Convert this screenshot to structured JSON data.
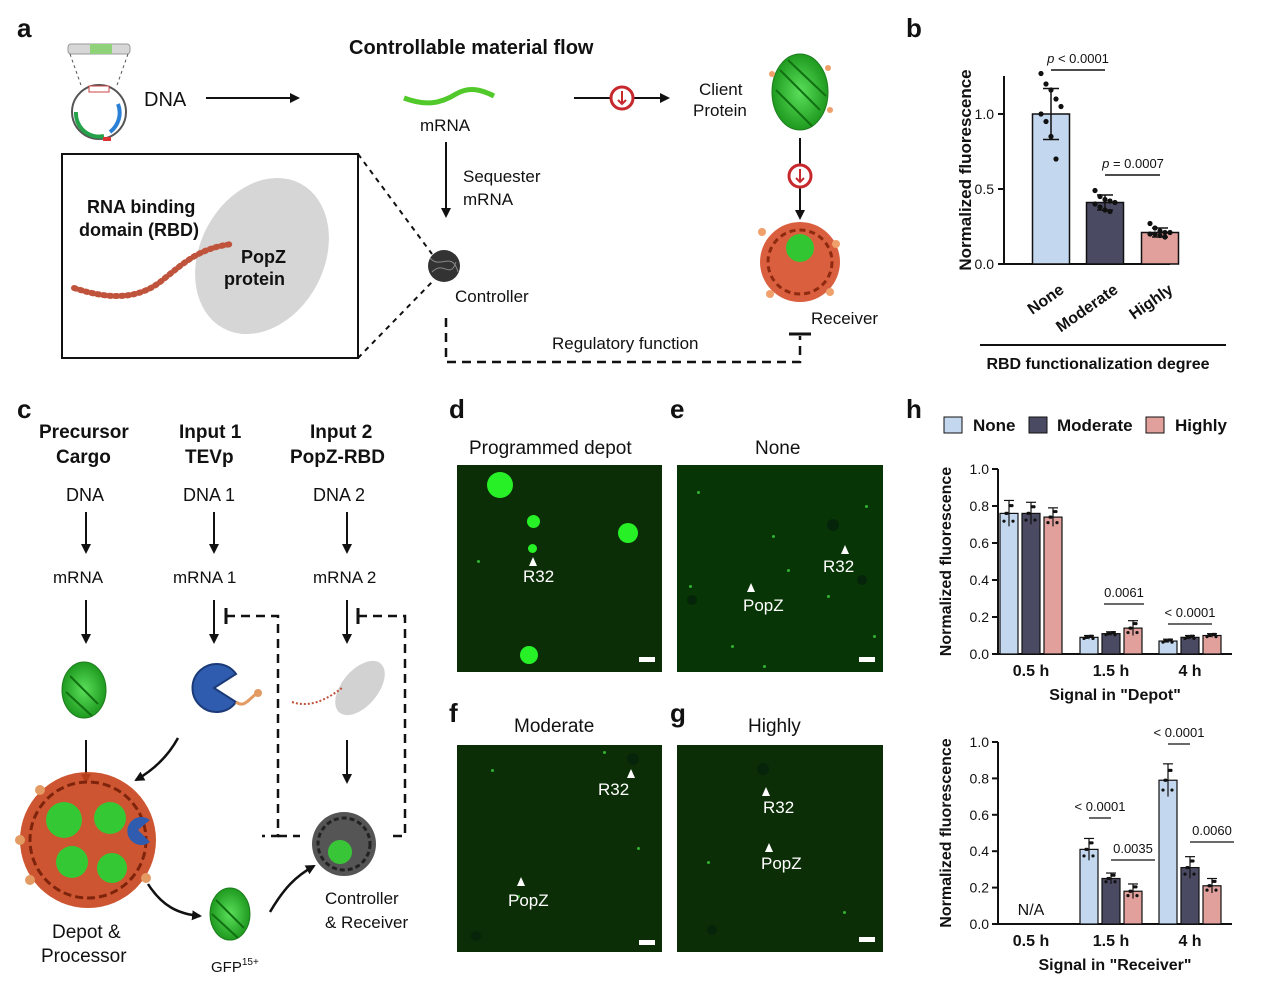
{
  "panel_letters": {
    "a": "a",
    "b": "b",
    "c": "c",
    "d": "d",
    "e": "e",
    "f": "f",
    "g": "g",
    "h": "h"
  },
  "panel_a": {
    "title": "Controllable material flow",
    "dna": "DNA",
    "mrna": "mRNA",
    "client_line1": "Client",
    "client_line2": "Protein",
    "sequester_line1": "Sequester",
    "sequester_line2": "mRNA",
    "rbd_line1": "RNA binding",
    "rbd_line2": "domain (RBD)",
    "popz_line1": "PopZ",
    "popz_line2": "protein",
    "controller": "Controller",
    "receiver": "Receiver",
    "regulatory": "Regulatory function"
  },
  "panel_c": {
    "col1_h1": "Precursor",
    "col1_h2": "Cargo",
    "col2_h1": "Input 1",
    "col2_h2": "TEVp",
    "col3_h1": "Input 2",
    "col3_h2": "PopZ-RBD",
    "dna": "DNA",
    "dna1": "DNA 1",
    "dna2": "DNA 2",
    "mrna": "mRNA",
    "mrna1": "mRNA 1",
    "mrna2": "mRNA 2",
    "depot_line1": "Depot &",
    "depot_line2": "Processor",
    "gfp": "GFP",
    "gfp_sup": "15+",
    "cr_line1": "Controller",
    "cr_line2": "& Receiver"
  },
  "micrographs": {
    "d_title": "Programmed depot",
    "e_title": "None",
    "f_title": "Moderate",
    "g_title": "Highly",
    "d_labels": [
      "R32"
    ],
    "e_labels": [
      "R32",
      "PopZ"
    ],
    "f_labels": [
      "R32",
      "PopZ"
    ],
    "g_labels": [
      "R32",
      "PopZ"
    ]
  },
  "colors": {
    "none": "#c3d8ee",
    "moderate": "#4a4b63",
    "highly": "#e1a09c",
    "micro_bg": "#0c2e07",
    "gfp": "#27f027"
  },
  "chart_data": [
    {
      "id": "b",
      "type": "bar",
      "categories": [
        "None",
        "Moderate",
        "Highly"
      ],
      "values": [
        1.0,
        0.41,
        0.21
      ],
      "errors": [
        0.17,
        0.05,
        0.03
      ],
      "points": [
        [
          1.27,
          1.2,
          1.16,
          1.1,
          1.05,
          1.0,
          0.95,
          0.85,
          0.7
        ],
        [
          0.49,
          0.45,
          0.43,
          0.42,
          0.41,
          0.4,
          0.38,
          0.36,
          0.35
        ],
        [
          0.27,
          0.24,
          0.22,
          0.21,
          0.21,
          0.2,
          0.2,
          0.19,
          0.18
        ]
      ],
      "ylabel": "Normalized fluorescence",
      "xlabel": "RBD functionalization degree",
      "ylim": [
        0,
        1.0
      ],
      "yticks": [
        "0.0",
        "0.5",
        "1.0"
      ],
      "annotations": [
        {
          "p": "p",
          "text": " < 0.0001"
        },
        {
          "p": "p",
          "text": " = 0.0007"
        }
      ]
    },
    {
      "id": "h_depot",
      "type": "bar",
      "categories": [
        "0.5 h",
        "1.5 h",
        "4 h"
      ],
      "series": [
        {
          "name": "None",
          "values": [
            0.76,
            0.09,
            0.07
          ],
          "errors": [
            0.07,
            0.01,
            0.01
          ]
        },
        {
          "name": "Moderate",
          "values": [
            0.76,
            0.11,
            0.09
          ],
          "errors": [
            0.06,
            0.01,
            0.01
          ]
        },
        {
          "name": "Highly",
          "values": [
            0.74,
            0.14,
            0.1
          ],
          "errors": [
            0.05,
            0.04,
            0.01
          ]
        }
      ],
      "ylabel": "Normalized fluorescence",
      "xlabel": "Signal in \"Depot\"",
      "ylim": [
        0,
        1.0
      ],
      "yticks": [
        "0.0",
        "0.2",
        "0.4",
        "0.6",
        "0.8",
        "1.0"
      ],
      "annotations": [
        "0.0061",
        "< 0.0001"
      ]
    },
    {
      "id": "h_receiver",
      "type": "bar",
      "categories": [
        "0.5 h",
        "1.5 h",
        "4 h"
      ],
      "series": [
        {
          "name": "None",
          "values": [
            null,
            0.41,
            0.79
          ],
          "errors": [
            null,
            0.06,
            0.09
          ]
        },
        {
          "name": "Moderate",
          "values": [
            null,
            0.25,
            0.31
          ],
          "errors": [
            null,
            0.03,
            0.06
          ]
        },
        {
          "name": "Highly",
          "values": [
            null,
            0.18,
            0.21
          ],
          "errors": [
            null,
            0.04,
            0.04
          ]
        }
      ],
      "ylabel": "Normalized fluorescence",
      "xlabel": "Signal in \"Receiver\"",
      "ylim": [
        0,
        1.0
      ],
      "yticks": [
        "0.0",
        "0.2",
        "0.4",
        "0.6",
        "0.8",
        "1.0"
      ],
      "na_label": "N/A",
      "annotations": [
        "< 0.0001",
        "0.0035",
        "< 0.0001",
        "0.0060"
      ]
    }
  ],
  "legend_h": [
    "None",
    "Moderate",
    "Highly"
  ]
}
